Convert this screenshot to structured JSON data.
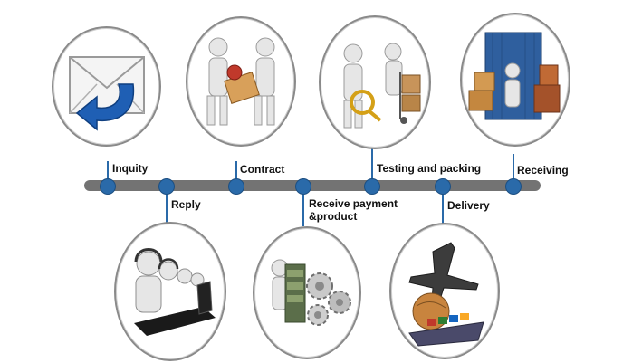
{
  "steps": [
    {
      "label": "Inquity",
      "position": "top",
      "icon": "envelope-icon"
    },
    {
      "label": "Reply",
      "position": "bottom",
      "icon": "call-center-icon"
    },
    {
      "label": "Contract",
      "position": "top",
      "icon": "handshake-icon"
    },
    {
      "label": "Receive payment\n&product",
      "position": "bottom",
      "icon": "money-gears-icon"
    },
    {
      "label": "Testing and packing",
      "position": "top",
      "icon": "inspection-icon"
    },
    {
      "label": "Delivery",
      "position": "bottom",
      "icon": "plane-ship-icon"
    },
    {
      "label": "Receiving",
      "position": "top",
      "icon": "container-icon"
    }
  ],
  "colors": {
    "bar": "#737373",
    "node": "#2a6aa9",
    "arrow": "#1f5fb4"
  }
}
